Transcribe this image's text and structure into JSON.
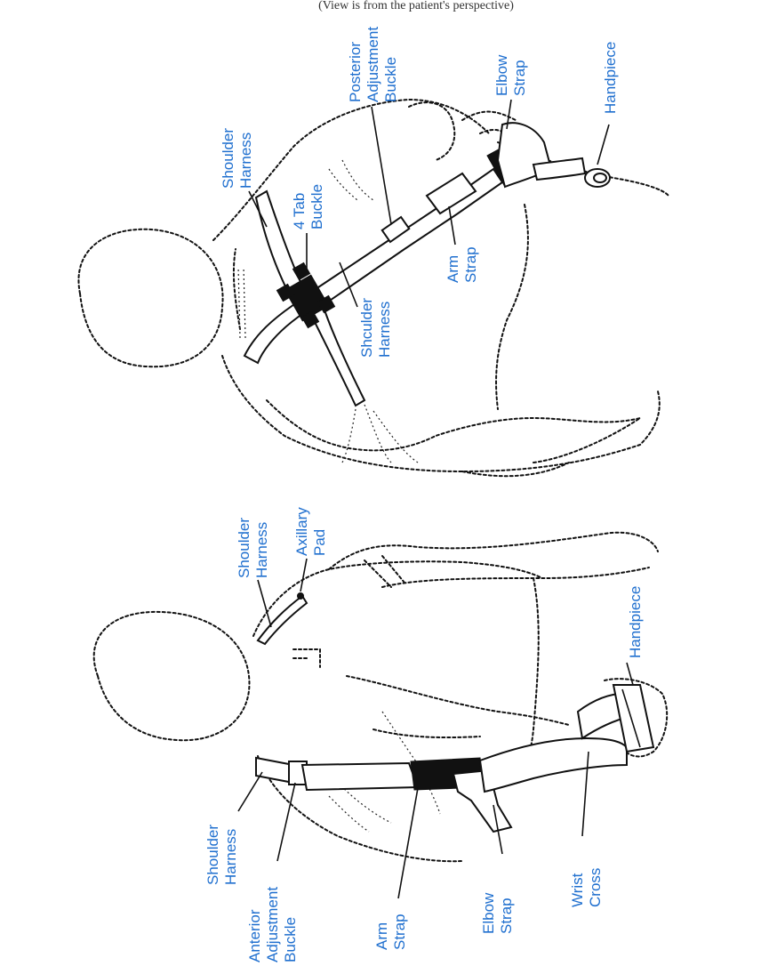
{
  "caption": "(View is from the patient's perspective)",
  "colors": {
    "label": "#1f6fcf",
    "ink": "#111111",
    "background": "#ffffff"
  },
  "top_figure": {
    "labels": {
      "shoulder_harness_1": [
        "Shoulder",
        "Harness"
      ],
      "tab_buckle": [
        "4 Tab",
        "Buckle"
      ],
      "posterior_buckle": [
        "Posterior",
        "Adjustment",
        "Buckle"
      ],
      "elbow_strap": [
        "Elbow",
        "Strap"
      ],
      "handpiece": [
        "Handpiece"
      ],
      "shoulder_harness_2": [
        "Shculder",
        "Harness"
      ],
      "arm_strap": [
        "Arm",
        "Strap"
      ]
    }
  },
  "bottom_figure": {
    "labels": {
      "shoulder_harness_top": [
        "Shoulder",
        "Harness"
      ],
      "axillary_pad": [
        "Axillary",
        "Pad"
      ],
      "handpiece": [
        "Handpiece"
      ],
      "shoulder_harness_bottom": [
        "Shoulder",
        "Harness"
      ],
      "anterior_buckle": [
        "Anterior",
        "Adjustment",
        "Buckle"
      ],
      "arm_strap": [
        "Arm",
        "Strap"
      ],
      "elbow_strap": [
        "Elbow",
        "Strap"
      ],
      "wrist_cross": [
        "Wrist",
        "Cross"
      ]
    }
  }
}
